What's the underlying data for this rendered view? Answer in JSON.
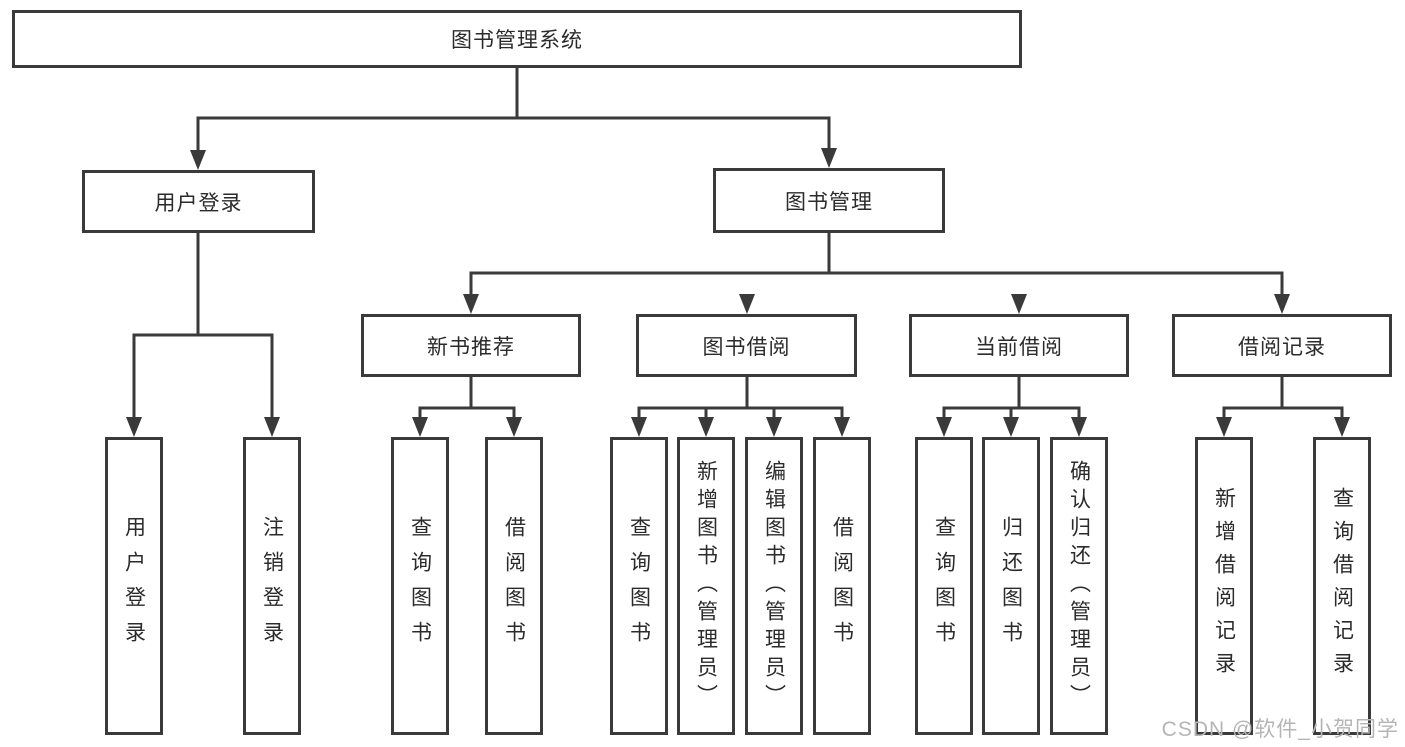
{
  "diagram": {
    "root": {
      "label": "图书管理系统"
    },
    "branches": {
      "login": {
        "label": "用户登录",
        "children": [
          "用户登录",
          "注销登录"
        ]
      },
      "manage": {
        "label": "图书管理"
      }
    },
    "groups": [
      {
        "label": "新书推荐",
        "children": [
          "查询图书",
          "借阅图书"
        ]
      },
      {
        "label": "图书借阅",
        "children": [
          "查询图书",
          "新增图书（管理员）",
          "编辑图书（管理员）",
          "借阅图书"
        ]
      },
      {
        "label": "当前借阅",
        "children": [
          "查询图书",
          "归还图书",
          "确认归还（管理员）"
        ]
      },
      {
        "label": "借阅记录",
        "children": [
          "新增借阅记录",
          "查询借阅记录"
        ]
      }
    ]
  },
  "watermark": {
    "text": "CSDN @软件_小贺同学"
  },
  "colors": {
    "line": "#3a3a3a",
    "border": "#3a3a3a",
    "text": "#2b2b2b",
    "background": "#ffffff",
    "watermark": "#b5b5b5"
  }
}
